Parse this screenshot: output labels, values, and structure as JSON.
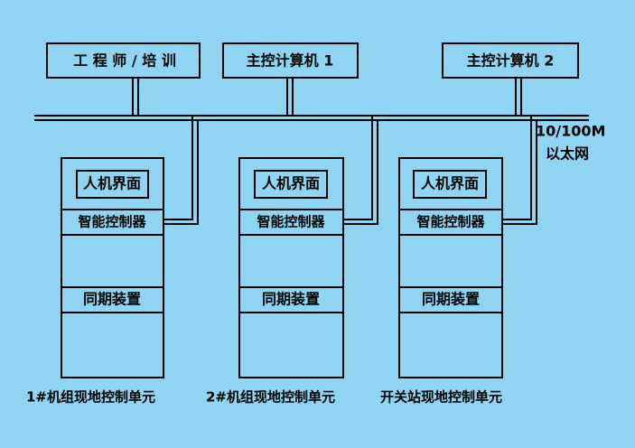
{
  "top_nodes": {
    "engineer": "工 程 师 / 培 训",
    "host1": "主控计算机 1",
    "host2": "主控计算机 2"
  },
  "network": {
    "speed": "10/100M",
    "type": "以太网"
  },
  "units": [
    {
      "hmi": "人机界面",
      "controller": "智能控制器",
      "sync": "同期装置",
      "caption": "1#机组现地控制单元"
    },
    {
      "hmi": "人机界面",
      "controller": "智能控制器",
      "sync": "同期装置",
      "caption": "2#机组现地控制单元"
    },
    {
      "hmi": "人机界面",
      "controller": "智能控制器",
      "sync": "同期装置",
      "caption": "开关站现地控制单元"
    }
  ]
}
